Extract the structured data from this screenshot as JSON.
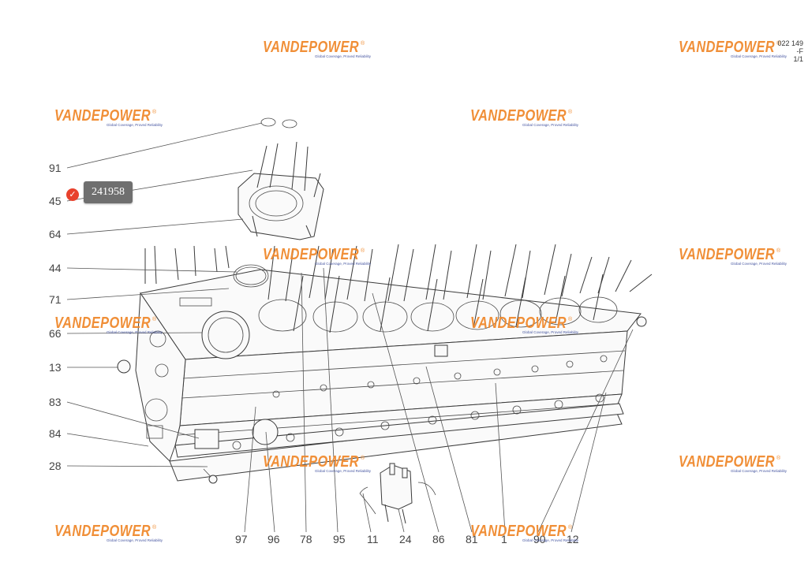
{
  "watermark": {
    "brand": "VANDEPOWER",
    "tagline": "Global Coverage, Proved Reliability",
    "reg": "®"
  },
  "doc_code": [
    "022 149",
    "-F",
    "1/1"
  ],
  "callouts": {
    "left": [
      "91",
      "45",
      "64",
      "44",
      "71",
      "66",
      "13",
      "83",
      "84",
      "28"
    ],
    "bottom": [
      "97",
      "96",
      "78",
      "95",
      "11",
      "24",
      "86",
      "81",
      "1",
      "90",
      "12"
    ]
  },
  "tooltip": {
    "part_number": "241958",
    "icon": "check-circle-icon",
    "color": "#e8412c"
  },
  "colors": {
    "watermark": "#f08a2e",
    "watermark_tag": "#3d4e9c",
    "line": "#444444"
  }
}
